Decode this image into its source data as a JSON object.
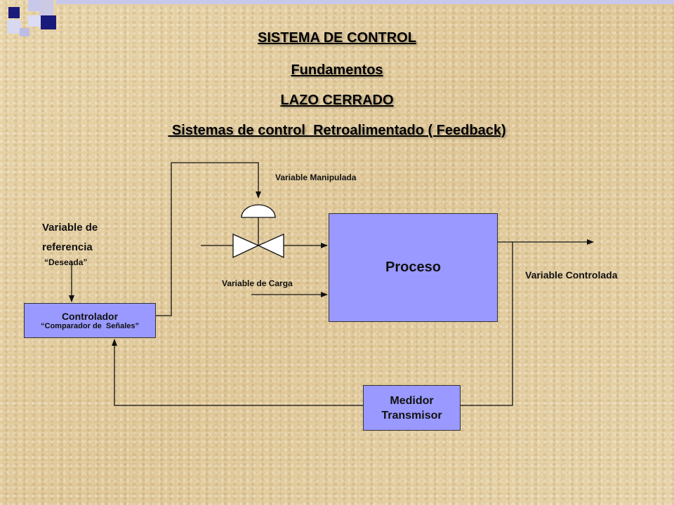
{
  "titles": {
    "main": "SISTEMA DE CONTROL",
    "sub1": "Fundamentos",
    "sub2": "LAZO CERRADO",
    "sub3": " Sistemas de control  Retroalimentado ( Feedback)"
  },
  "diagram": {
    "proceso": "Proceso",
    "controlador": "Controlador",
    "comparador": "“Comparador de  Señales”",
    "medidor_line1": "Medidor",
    "medidor_line2": "Transmisor",
    "var_manipulada": "Variable Manipulada",
    "var_referencia_line1": "Variable de",
    "var_referencia_line2": "referencia",
    "var_deseada": "“Deseada”",
    "var_carga": "Variable de Carga",
    "var_controlada": "Variable Controlada"
  },
  "colors": {
    "box_fill": "#9999ff",
    "deco_navy": "#1a1a7a",
    "deco_light": "#c8c8ea"
  }
}
